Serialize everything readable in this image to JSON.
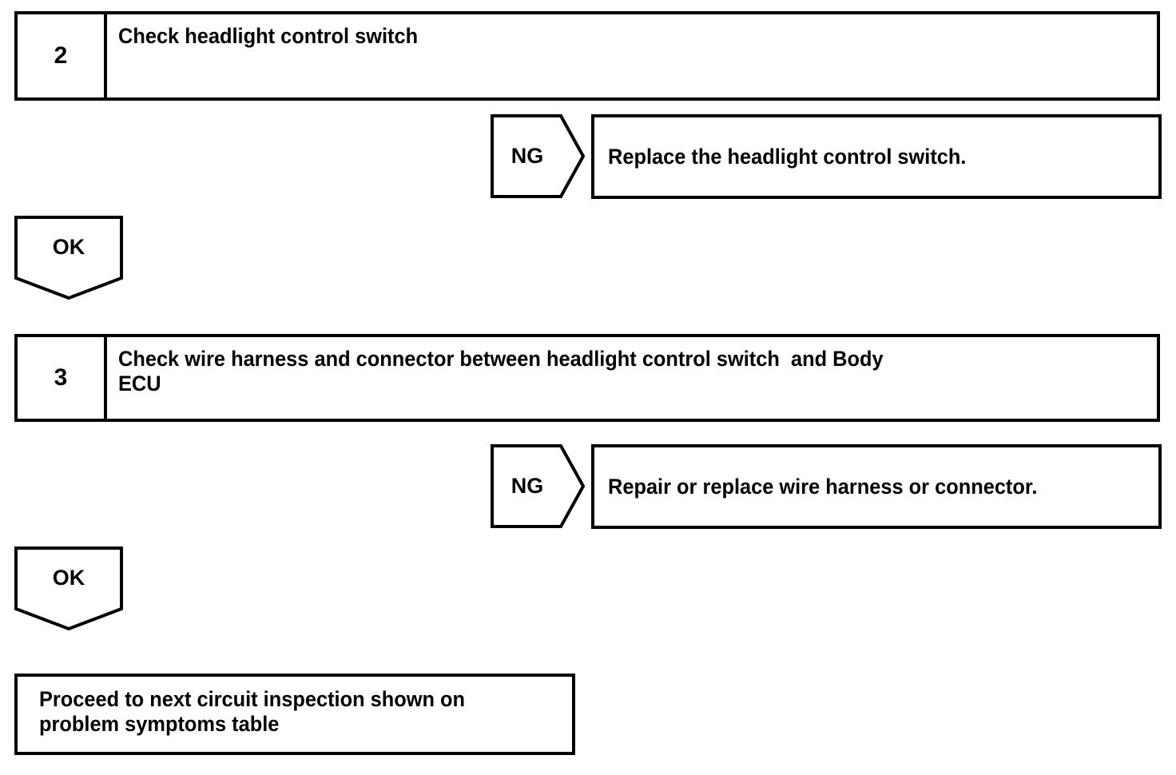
{
  "flowchart": {
    "steps": [
      {
        "number": "2",
        "text": "Check headlight control switch"
      },
      {
        "number": "3",
        "text": "Check wire harness and connector between headlight control switch  and Body\nECU"
      }
    ],
    "ng_branches": [
      {
        "label": "NG",
        "message": "Replace the headlight control switch."
      },
      {
        "label": "NG",
        "message": "Repair or replace wire harness or connector."
      }
    ],
    "ok_connectors": [
      {
        "label": "OK"
      },
      {
        "label": "OK"
      }
    ],
    "final": {
      "text": "Proceed to next circuit inspection shown on\nproblem symptoms table"
    },
    "colors": {
      "line": "#000000",
      "background": "#ffffff",
      "text": "#000000"
    }
  }
}
